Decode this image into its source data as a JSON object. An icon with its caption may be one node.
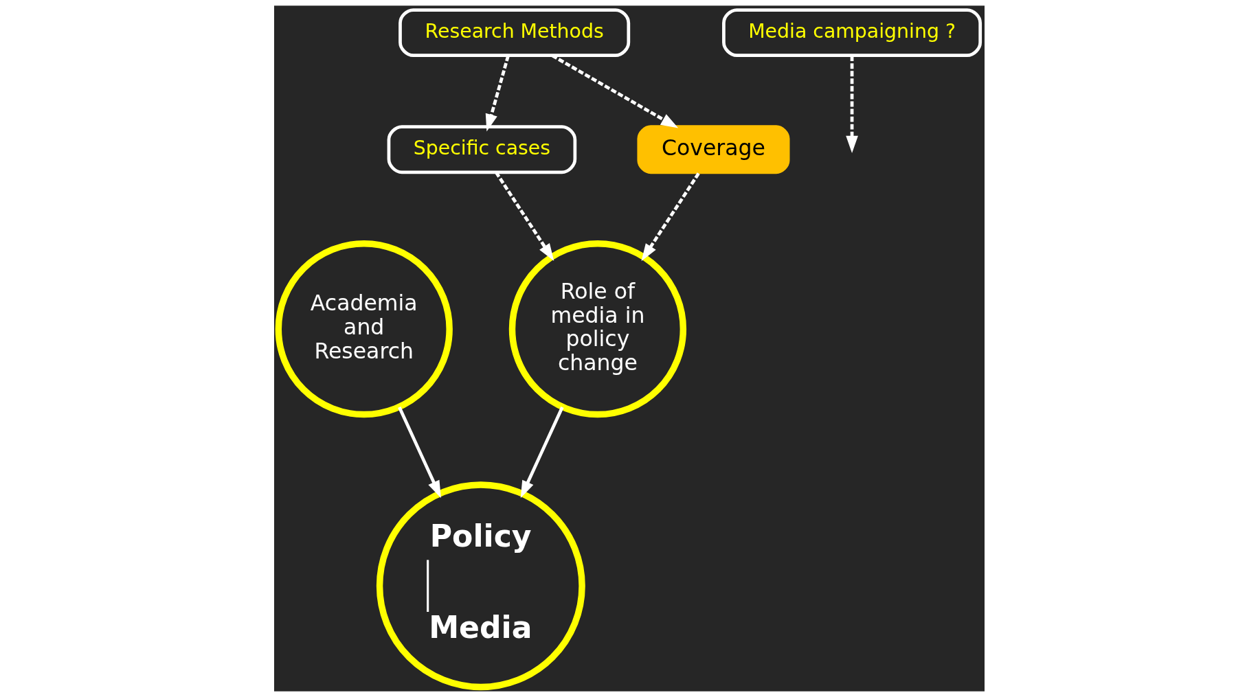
{
  "diagram": {
    "nodes": [
      {
        "text": [
          "Academia and Research"
        ]
      },
      {
        "text": [
          "Role of media in policy change"
        ]
      },
      {
        "text": [
          "Policy",
          "Media"
        ]
      },
      {
        "text": [
          "Specific cases"
        ]
      },
      {
        "text": [
          "Coverage"
        ]
      },
      {
        "text": [
          "Media campaigning ?"
        ]
      },
      {
        "text": [
          "Research Methods"
        ]
      }
    ],
    "edges": [
      {
        "from": 0,
        "to": 2,
        "arrow": "to"
      },
      {
        "from": 1,
        "to": 2,
        "arrow": "to"
      },
      {
        "from": 3,
        "to": 1,
        "arrow": "to",
        "style": "dashed"
      },
      {
        "from": 4,
        "to": 1,
        "arrow": "to",
        "style": "dashed"
      },
      {
        "from": 5,
        "to": null,
        "arrow": "to",
        "style": "dashed"
      },
      {
        "from": 6,
        "to": 3,
        "arrow": "to",
        "style": "dashed"
      },
      {
        "from": 6,
        "to": 4,
        "arrow": "to",
        "style": "dashed"
      }
    ]
  }
}
